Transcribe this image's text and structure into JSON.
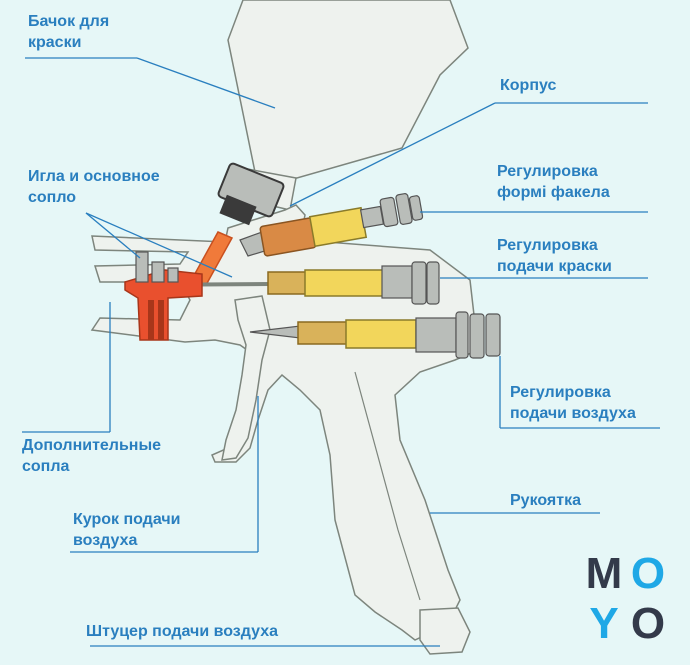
{
  "colors": {
    "background": "#e6f7f7",
    "label": "#2a7fbf",
    "leader": "#2a7fbf",
    "body_fill": "#eef2ee",
    "body_stroke": "#7d857d",
    "nozzle_red": "#e9502e",
    "tube_orange": "#f07a3a",
    "brass": "#d9b25a",
    "yellow": "#f2d65b",
    "copper": "#d98a45",
    "steel": "#b9bdb9",
    "dark": "#3a3a3a",
    "logo_dark": "#333a4a",
    "logo_accent": "#1fa8e6"
  },
  "labels": {
    "tank": [
      "Бачок для",
      "краски"
    ],
    "body": [
      "Корпус"
    ],
    "needle": [
      "Игла и основное",
      "сопло"
    ],
    "fan": [
      "Регулировка",
      "формі факела"
    ],
    "paint": [
      "Регулировка",
      "подачи краски"
    ],
    "air": [
      "Регулировка",
      "подачи воздуха"
    ],
    "extra": [
      "Дополнительные",
      "сопла"
    ],
    "handle": [
      "Рукоятка"
    ],
    "trigger": [
      "Курок подачи",
      "воздуха"
    ],
    "fitting": [
      "Штуцер подачи воздуха"
    ]
  },
  "logo": {
    "letters": [
      "M",
      "O",
      "Y",
      "O"
    ]
  }
}
